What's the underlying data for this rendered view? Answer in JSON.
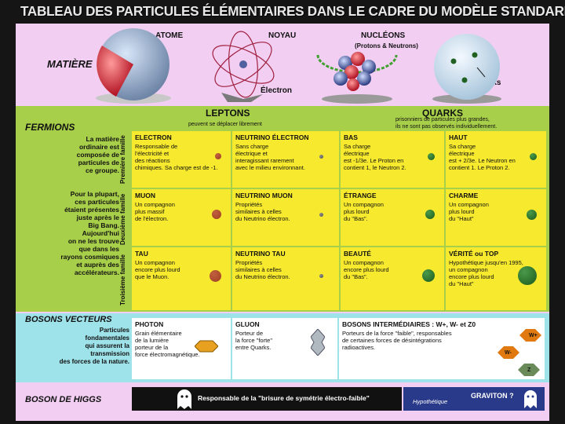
{
  "title": "TABLEAU DES PARTICULES ÉLÉMENTAIRES DANS LE CADRE DU MODÈLE STANDARD",
  "matter": {
    "label": "MATIÈRE",
    "atom": "ATOME",
    "nucleus": "NOYAU",
    "nucleons": "NUCLÉONS",
    "nucleons_sub": "(Protons & Neutrons)",
    "electron": "Électron",
    "quarks": "Quarks"
  },
  "fermions": {
    "label": "FERMIONS",
    "leptons_title": "LEPTONS",
    "leptons_sub": "peuvent se déplacer librement",
    "quarks_title": "QUARKS",
    "quarks_sub": "prisonniers de particules plus grandes,\nils ne sont pas observés individuellement.",
    "intro": "La matière\nordinaire est\ncomposée de\nparticules de\nce groupe.",
    "second_text": "Pour la plupart,\nces particules\nétaient présentes\njuste après le\nBig Bang.\nAujourd'hui\non ne les trouve\nque dans les\nrayons cosmiques\net auprès des\naccélérateurs.",
    "families": [
      "Première famille",
      "Deuxième famille",
      "Troisième famille"
    ],
    "cells": [
      {
        "title": "ELECTRON",
        "text": "Responsable de\nl'électricité et\ndes réactions\nchimiques. Sa charge est de -1."
      },
      {
        "title": "NEUTRINO ÉLECTRON",
        "text": "Sans charge\nélectrique et\ninteragissant rarement\navec le milieu environnant."
      },
      {
        "title": "BAS",
        "text": "Sa charge\nélectrique\nest -1/3e. Le Proton en\ncontient 1, le Neutron 2."
      },
      {
        "title": "HAUT",
        "text": "Sa charge\nélectrique\nest + 2/3e. Le Neutron en\ncontient 1. Le Proton 2."
      },
      {
        "title": "MUON",
        "text": "Un compagnon\nplus massif\nde l'électron."
      },
      {
        "title": "NEUTRINO MUON",
        "text": "Propriétés\nsimilaires à celles\ndu Neutrino électron."
      },
      {
        "title": "ÉTRANGE",
        "text": "Un compagnon\nplus lourd\ndu \"Bas\"."
      },
      {
        "title": "CHARME",
        "text": "Un compagnon\nplus lourd\ndu \"Haut\""
      },
      {
        "title": "TAU",
        "text": "Un compagnon\nencore plus lourd\nque le Muon."
      },
      {
        "title": "NEUTRINO TAU",
        "text": "Propriétés\nsimilaires à celles\ndu Neutrino électron."
      },
      {
        "title": "BEAUTÉ",
        "text": "Un compagnon\nencore plus lourd\ndu \"Bas\"."
      },
      {
        "title": "VÉRITÉ ou TOP",
        "text": "Hypothétique jusqu'en 1995,\nun compagnon\nencore plus lourd\ndu \"Haut\""
      }
    ]
  },
  "bosons": {
    "label": "BOSONS VECTEURS",
    "desc": "Particules\nfondamentales\nqui assurent la\ntransmission\ndes forces de la nature.",
    "photon_title": "PHOTON",
    "photon_text": "Grain élémentaire\nde la lumière\nporteur de la\nforce électromagnétique.",
    "gluon_title": "GLUON",
    "gluon_text": "Porteur de\nla force \"forte\"\nentre Quarks.",
    "inter_title": "BOSONS INTERMÉDIAIRES : W+, W- et Z0",
    "inter_text": "Porteurs de la force \"faible\", responsables\nde certaines forces de désintégrations\nradioactives.",
    "w_plus": "W+",
    "w_minus": "W-",
    "z": "Z"
  },
  "higgs": {
    "label": "BOSON DE HIGGS",
    "text": "Responsable de la \"brisure de symétrie électro-faible\"",
    "hyp": "Hypothétique",
    "graviton": "GRAVITON ?"
  },
  "colors": {
    "background": "#f2cff2",
    "fermion_panel": "#a8cf4a",
    "cell_yellow": "#f7ea2e",
    "boson_panel": "#9fe3ea",
    "boson_cell": "#ffffff",
    "higgs_bar": "#111111",
    "graviton_bar": "#2a3a8a"
  }
}
